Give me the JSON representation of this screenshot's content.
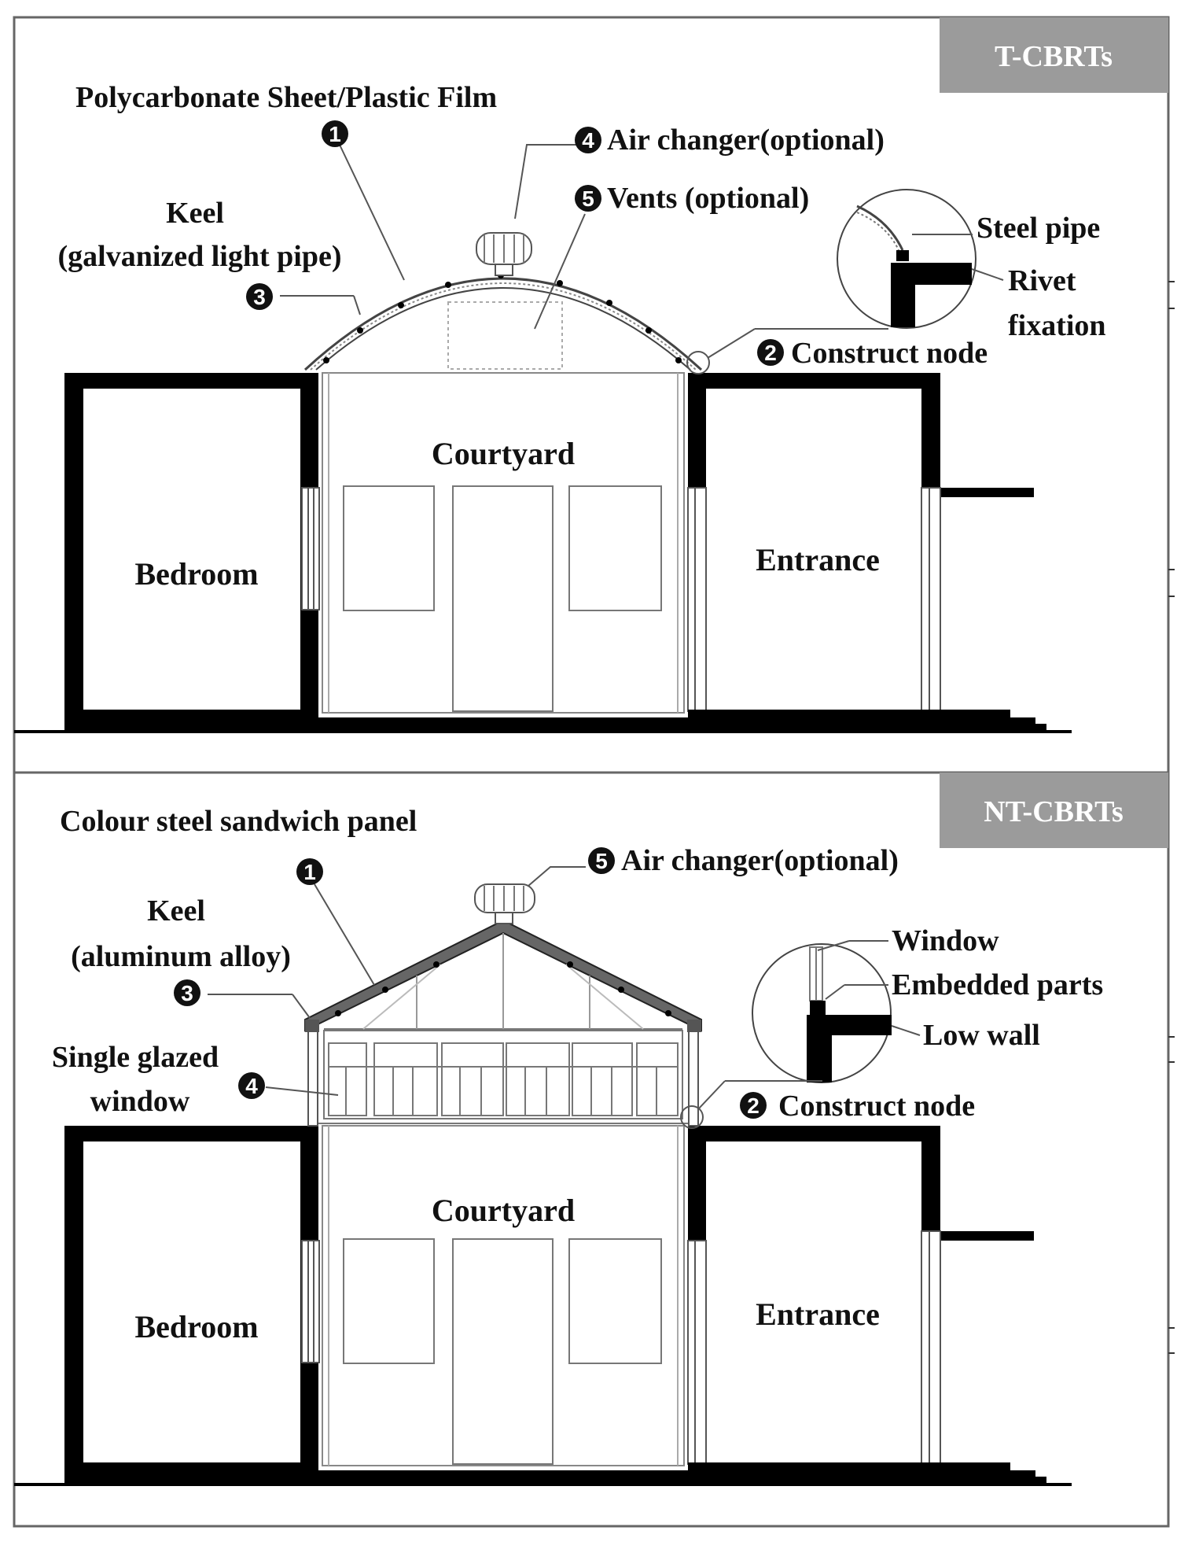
{
  "panels": [
    {
      "tag": "T-CBRTs",
      "labels": {
        "roof_cover": "Polycarbonate Sheet/Plastic Film",
        "keel_l1": "Keel",
        "keel_l2": "(galvanized light pipe)",
        "air_changer": "Air changer(optional)",
        "vents": "Vents (optional)",
        "steel_pipe": "Steel pipe",
        "rivet_l1": "Rivet",
        "rivet_l2": "fixation",
        "construct_node": "Construct node"
      },
      "markers": [
        "1",
        "2",
        "3",
        "4",
        "5"
      ],
      "rooms": {
        "bedroom": "Bedroom",
        "courtyard": "Courtyard",
        "entrance": "Entrance"
      }
    },
    {
      "tag": "NT-CBRTs",
      "labels": {
        "roof_cover": "Colour steel sandwich panel",
        "keel_l1": "Keel",
        "keel_l2": "(aluminum alloy)",
        "air_changer": "Air changer(optional)",
        "glazed_l1": "Single glazed",
        "glazed_l2": "window",
        "window": "Window",
        "embedded": "Embedded parts",
        "low_wall": "Low wall",
        "construct_node": "Construct node"
      },
      "markers": [
        "1",
        "2",
        "3",
        "4",
        "5"
      ],
      "rooms": {
        "bedroom": "Bedroom",
        "courtyard": "Courtyard",
        "entrance": "Entrance"
      }
    }
  ],
  "colors": {
    "tag_bg": "#9b9b9b",
    "wall": "#000000",
    "line": "#555555"
  }
}
